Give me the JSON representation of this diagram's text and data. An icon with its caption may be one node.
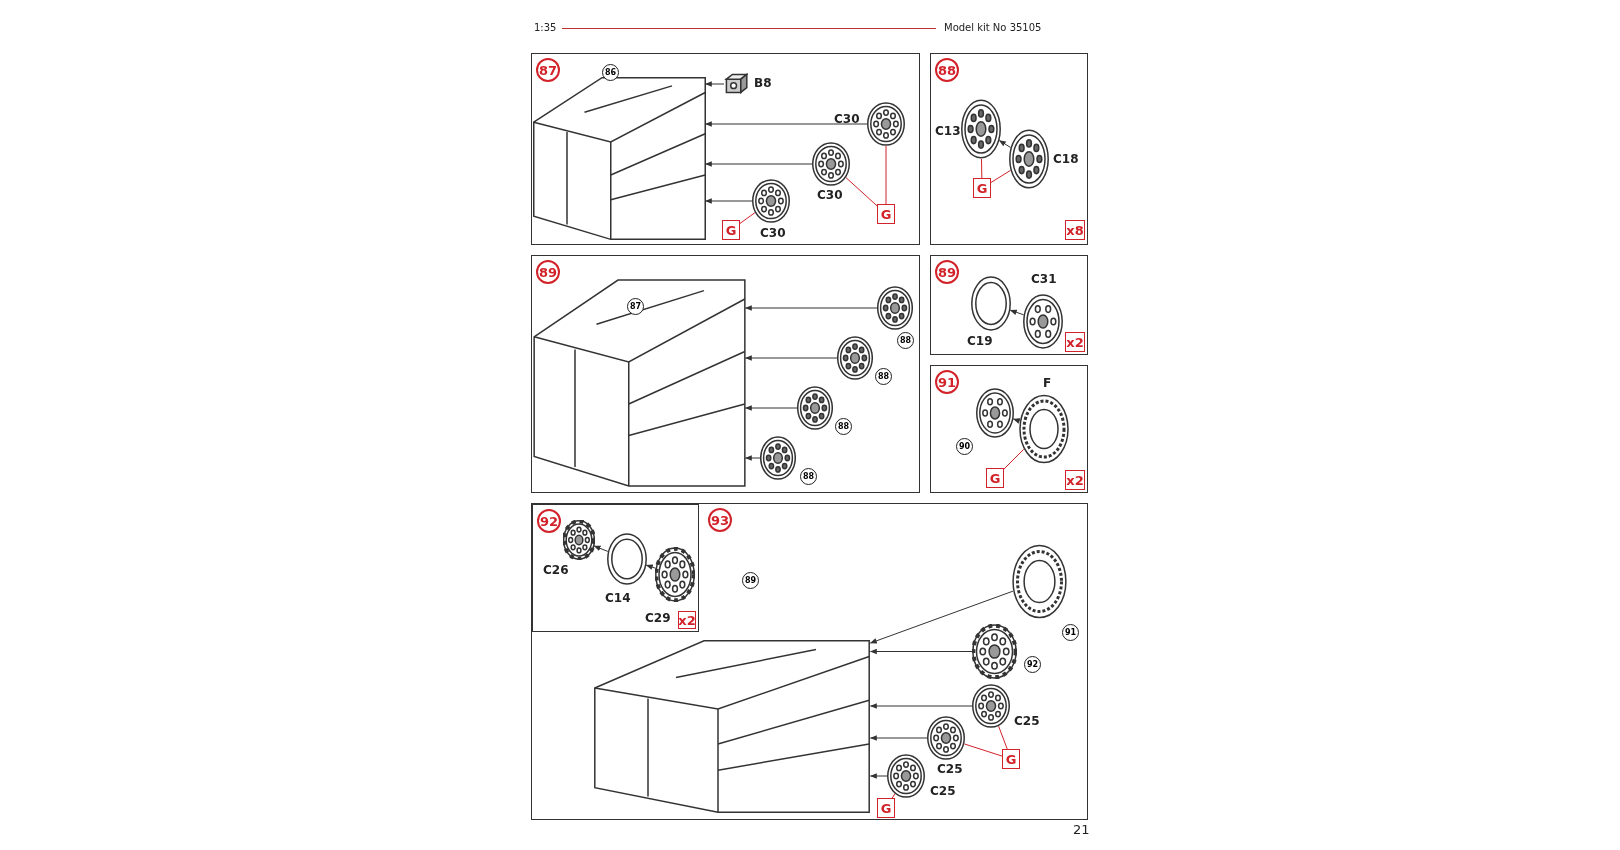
{
  "diagram": {
    "nodes": [
      {
        "text": [
          "87"
        ]
      },
      {
        "text": [],
        "shape": "picture",
        "in": 0
      },
      {
        "text": [],
        "shape": "picture",
        "in": 0,
        "beside": [
          "B8"
        ]
      },
      {
        "text": [],
        "shape": "picture",
        "in": 0,
        "beside": [
          "C30"
        ]
      },
      {
        "text": [],
        "shape": "picture",
        "in": 0,
        "beside": [
          "C30"
        ]
      },
      {
        "text": [],
        "shape": "picture",
        "in": 0,
        "beside": [
          "C30"
        ]
      },
      {
        "text": [
          "G"
        ],
        "in": 0
      },
      {
        "text": [
          "G"
        ],
        "in": 0
      },
      {
        "text": [
          "88"
        ]
      },
      {
        "text": [],
        "shape": "picture",
        "in": 8,
        "beside": [
          "C13"
        ]
      },
      {
        "text": [],
        "shape": "picture",
        "in": 8,
        "beside": [
          "C18"
        ]
      },
      {
        "text": [
          "G"
        ],
        "in": 8
      },
      {
        "text": [
          "x8"
        ],
        "in": 8
      },
      {
        "text": [
          "89"
        ]
      },
      {
        "text": [],
        "shape": "picture",
        "in": 13
      },
      {
        "text": [],
        "shape": "picture",
        "in": 13,
        "beside": [
          "88"
        ]
      },
      {
        "text": [],
        "shape": "picture",
        "in": 13,
        "beside": [
          "88"
        ]
      },
      {
        "text": [],
        "shape": "picture",
        "in": 13,
        "beside": [
          "88"
        ]
      },
      {
        "text": [],
        "shape": "picture",
        "in": 13,
        "beside": [
          "88"
        ]
      },
      {
        "text": [
          "89"
        ]
      },
      {
        "text": [],
        "shape": "picture",
        "in": 19,
        "beside": [
          "C19"
        ]
      },
      {
        "text": [],
        "shape": "picture",
        "in": 19,
        "beside": [
          "C31"
        ]
      },
      {
        "text": [
          "x2"
        ],
        "in": 19
      },
      {
        "text": [
          "91"
        ]
      },
      {
        "text": [],
        "shape": "picture",
        "in": 23,
        "beside": [
          "90"
        ]
      },
      {
        "text": [],
        "shape": "picture",
        "in": 23,
        "beside": [
          "F"
        ]
      },
      {
        "text": [
          "G"
        ],
        "in": 23
      },
      {
        "text": [
          "x2"
        ],
        "in": 23
      },
      {
        "text": [
          "93"
        ]
      },
      {
        "text": [
          "92"
        ],
        "in": 28
      },
      {
        "text": [],
        "shape": "picture",
        "in": 29,
        "beside": [
          "C26"
        ]
      },
      {
        "text": [],
        "shape": "picture",
        "in": 29,
        "beside": [
          "C14"
        ]
      },
      {
        "text": [],
        "shape": "picture",
        "in": 29,
        "beside": [
          "C29"
        ]
      },
      {
        "text": [
          "x2"
        ],
        "in": 29
      },
      {
        "text": [],
        "shape": "picture",
        "in": 28
      },
      {
        "text": [],
        "shape": "picture",
        "in": 28,
        "beside": [
          "91"
        ]
      },
      {
        "text": [],
        "shape": "picture",
        "in": 28,
        "beside": [
          "92"
        ]
      },
      {
        "text": [],
        "shape": "picture",
        "in": 28,
        "beside": [
          "C25"
        ]
      },
      {
        "text": [],
        "shape": "picture",
        "in": 28,
        "beside": [
          "C25"
        ]
      },
      {
        "text": [],
        "shape": "picture",
        "in": 28,
        "beside": [
          "C25"
        ]
      },
      {
        "text": [
          "G"
        ],
        "in": 28
      },
      {
        "text": [
          "G"
        ],
        "in": 28
      }
    ],
    "edges": [
      {
        "from": 2,
        "to": 1,
        "arrow": "to"
      },
      {
        "from": 3,
        "to": 1,
        "arrow": "to"
      },
      {
        "from": 4,
        "to": 1,
        "arrow": "to"
      },
      {
        "from": 5,
        "to": 1,
        "arrow": "to"
      },
      {
        "from": 6,
        "to": 3,
        "arrow": "none",
        "color": "#d2232a"
      },
      {
        "from": 7,
        "to": 4,
        "arrow": "none",
        "color": "#d2232a"
      },
      {
        "from": 7,
        "to": 5,
        "arrow": "none",
        "color": "#d2232a"
      },
      {
        "from": 10,
        "to": 9,
        "arrow": "to"
      },
      {
        "from": 11,
        "to": 9,
        "arrow": "none",
        "color": "#d2232a"
      },
      {
        "from": 11,
        "to": 10,
        "arrow": "none",
        "color": "#d2232a"
      },
      {
        "from": 15,
        "to": 14,
        "arrow": "to"
      },
      {
        "from": 16,
        "to": 14,
        "arrow": "to"
      },
      {
        "from": 17,
        "to": 14,
        "arrow": "to"
      },
      {
        "from": 18,
        "to": 14,
        "arrow": "to"
      },
      {
        "from": 21,
        "to": 20,
        "arrow": "to"
      },
      {
        "from": 25,
        "to": 24,
        "arrow": "to"
      },
      {
        "from": 26,
        "to": 25,
        "arrow": "none",
        "color": "#d2232a"
      },
      {
        "from": 31,
        "to": 30,
        "arrow": "to"
      },
      {
        "from": 32,
        "to": 31,
        "arrow": "to"
      },
      {
        "from": 35,
        "to": 34,
        "arrow": "to"
      },
      {
        "from": 36,
        "to": 34,
        "arrow": "to"
      },
      {
        "from": 37,
        "to": 34,
        "arrow": "to"
      },
      {
        "from": 38,
        "to": 34,
        "arrow": "to"
      },
      {
        "from": 39,
        "to": 34,
        "arrow": "to"
      },
      {
        "from": 40,
        "to": 37,
        "arrow": "none",
        "color": "#d2232a"
      },
      {
        "from": 40,
        "to": 38,
        "arrow": "none",
        "color": "#d2232a"
      },
      {
        "from": 41,
        "to": 39,
        "arrow": "none",
        "color": "#d2232a"
      }
    ],
    "labels": [
      "1:35",
      "Model kit No 35105",
      "86",
      "87",
      "89",
      "21"
    ]
  }
}
